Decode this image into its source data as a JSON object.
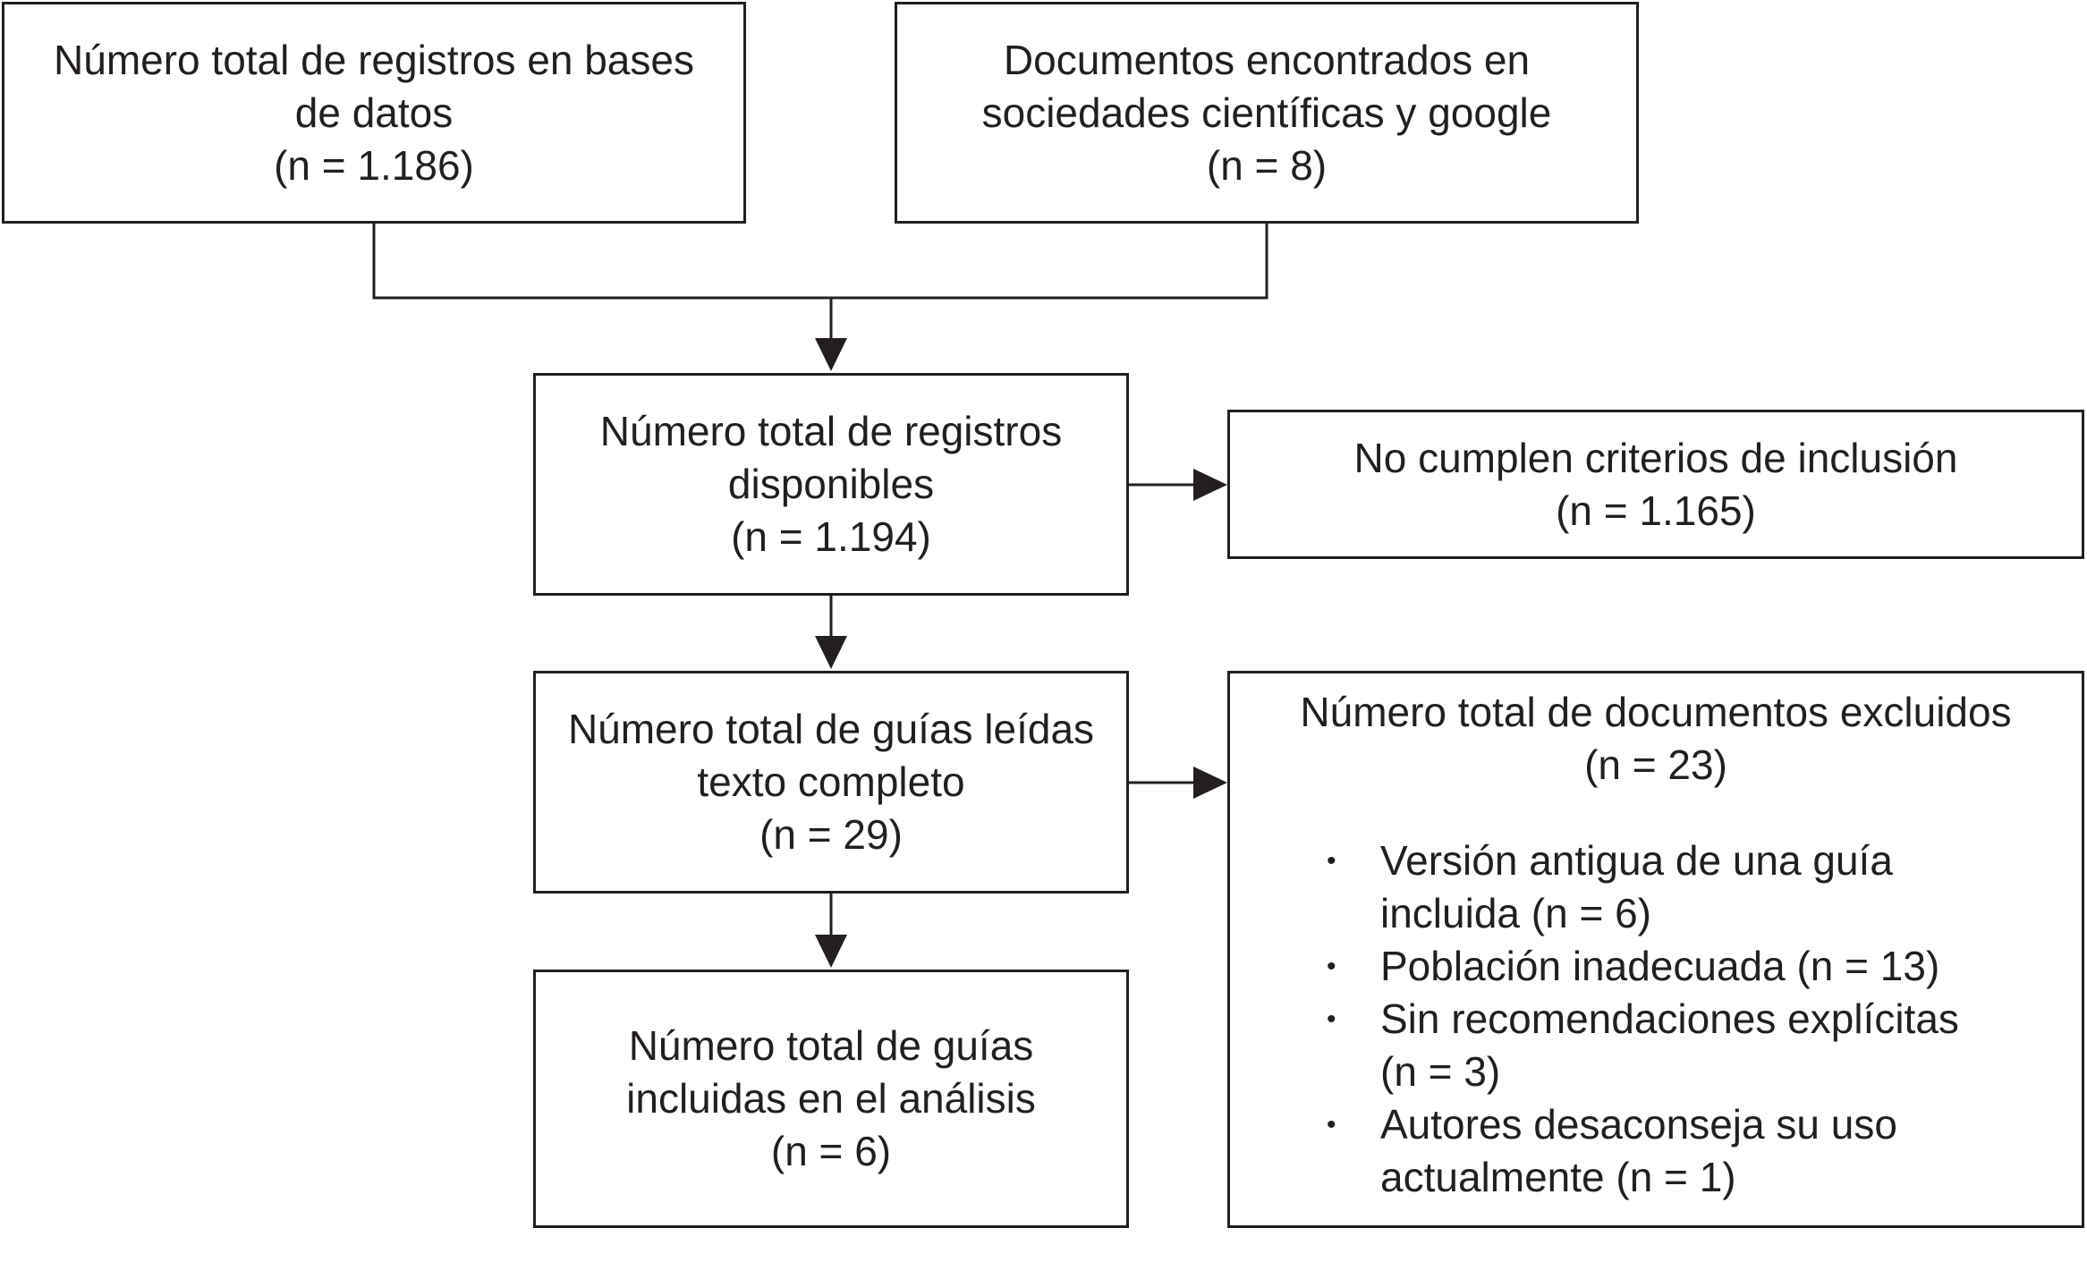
{
  "boxes": {
    "records_databases": {
      "lines": [
        "Número total de registros en bases",
        "de datos",
        "(n = 1.186)"
      ]
    },
    "documents_societies": {
      "lines": [
        "Documentos encontrados en",
        "sociedades científicas y google",
        "(n = 8)"
      ]
    },
    "records_available": {
      "lines": [
        "Número total de registros",
        "disponibles",
        "(n = 1.194)"
      ]
    },
    "not_meeting_criteria": {
      "lines": [
        "No cumplen criterios de inclusión",
        "(n = 1.165)"
      ]
    },
    "guides_read": {
      "lines": [
        "Número total de guías leídas",
        "texto completo",
        "(n = 29)"
      ]
    },
    "guides_included": {
      "lines": [
        "Número total de guías",
        "incluidas en el análisis",
        "(n = 6)"
      ]
    },
    "documents_excluded": {
      "lines": [
        "Número total de documentos excluidos",
        "(n = 23)"
      ],
      "bullet_symbol": "•",
      "items": [
        [
          "Versión antigua de una guía",
          "incluida (n = 6)"
        ],
        [
          "Población inadecuada (n = 13)"
        ],
        [
          "Sin recomendaciones explícitas",
          "(n = 3)"
        ],
        [
          "Autores desaconseja su uso",
          "actualmente (n = 1)"
        ]
      ]
    }
  },
  "colors": {
    "stroke": "#231f20",
    "background": "#ffffff"
  }
}
